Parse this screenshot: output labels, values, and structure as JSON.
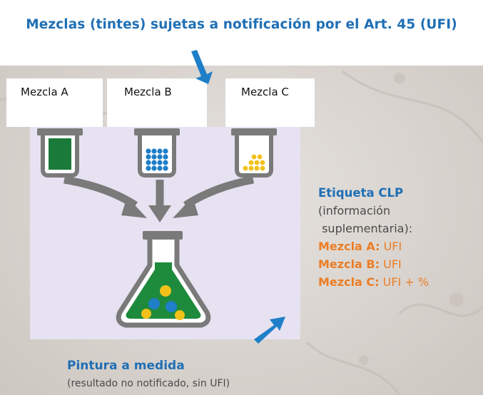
{
  "title": "Mezclas (tintes) sujetas a notificación por el Art. 45 (UFI)",
  "mixtures": [
    {
      "label": "Mezcla A",
      "fill": "solid",
      "color": "#1a7a3a"
    },
    {
      "label": "Mezcla B",
      "fill": "dots",
      "color": "#1f7fc8"
    },
    {
      "label": "Mezcla C",
      "fill": "dots",
      "color": "#f2c11a"
    }
  ],
  "clp_label": {
    "heading": "Etiqueta CLP",
    "line1": "(información",
    "line2": " suplementaria):",
    "entries": [
      {
        "name": "Mezcla A:",
        "value": " UFI"
      },
      {
        "name": "Mezcla B:",
        "value": " UFI"
      },
      {
        "name": "Mezcla C:",
        "value": " UFI + %"
      }
    ]
  },
  "result": {
    "title": "Pintura a medida",
    "subtitle": "(resultado no notificado, sin UFI)"
  },
  "colors": {
    "accent_blue": "#1f6fb5",
    "accent_orange": "#ec7d25",
    "beaker_gray": "#7a7a7a",
    "panel": "#e7e2f1"
  }
}
